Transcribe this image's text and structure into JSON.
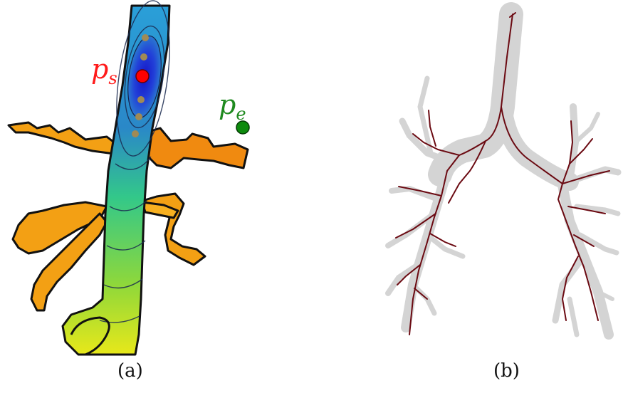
{
  "panels": [
    {
      "id": "a",
      "caption": "(a)",
      "annotations": [
        {
          "name": "start-point",
          "symbol": "p",
          "subscript": "s",
          "color": "#ff1a1a"
        },
        {
          "name": "end-point",
          "symbol": "p",
          "subscript": "e",
          "color": "#1f8a1f"
        }
      ],
      "colors": {
        "trunk_top": "#1d3fd0",
        "trunk_mid": "#2fd07a",
        "trunk_bottom": "#e9e81a",
        "branches": "#f39a12",
        "outline": "#111111",
        "start_marker": "#ff0000",
        "end_marker": "#0d8a0d",
        "path_dots": "#a08a55"
      }
    },
    {
      "id": "b",
      "caption": "(b)",
      "colors": {
        "airway_tree": "#d3d3d3",
        "centerline": "#6b0a12"
      }
    }
  ]
}
